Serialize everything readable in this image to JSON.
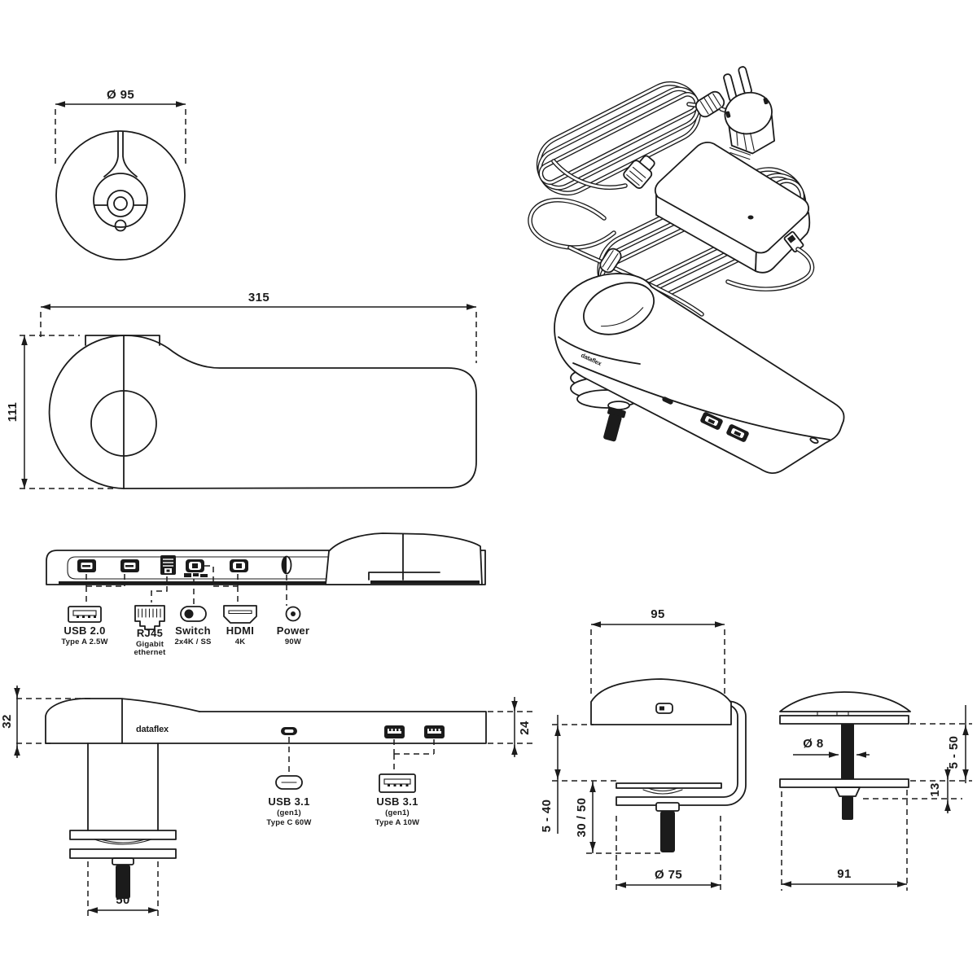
{
  "colors": {
    "background": "#ffffff",
    "line": "#1b1b1b"
  },
  "top_view": {
    "dim_diameter": "Ø 95"
  },
  "plan_view": {
    "dim_width": "315",
    "dim_height": "111"
  },
  "rear_view": {
    "ports": [
      {
        "id": "usb20",
        "label": "USB 2.0",
        "sublabel": "Type A 2.5W"
      },
      {
        "id": "rj45",
        "label": "RJ45",
        "sublabel": "Gigabit",
        "sublabel2": "ethernet"
      },
      {
        "id": "switch",
        "label": "Switch",
        "sublabel": "2x4K / SS"
      },
      {
        "id": "hdmi",
        "label": "HDMI",
        "sublabel": "4K"
      },
      {
        "id": "power",
        "label": "Power",
        "sublabel": "90W"
      }
    ]
  },
  "front_view": {
    "brand": "dataflex",
    "dim_total_height": "32",
    "dim_body_height": "24",
    "dim_clamp_width": "50",
    "ports": [
      {
        "id": "usbc",
        "label": "USB 3.1",
        "sublabel": "(gen1)",
        "sublabel2": "Type C 60W"
      },
      {
        "id": "usba",
        "label": "USB 3.1",
        "sublabel": "(gen1)",
        "sublabel2": "Type A 10W"
      }
    ]
  },
  "clamp_view": {
    "dim_width": "95",
    "dim_clamp_range": "5 - 40",
    "dim_bolt_lengths": "30 / 50",
    "dim_base_diameter": "Ø 75"
  },
  "grommet_view": {
    "dim_bolt_diameter": "Ø 8",
    "dim_thickness_range": "5 - 50",
    "dim_nut_height": "13",
    "dim_base_width": "91"
  },
  "iso_view": {
    "brand": "dataflex"
  }
}
